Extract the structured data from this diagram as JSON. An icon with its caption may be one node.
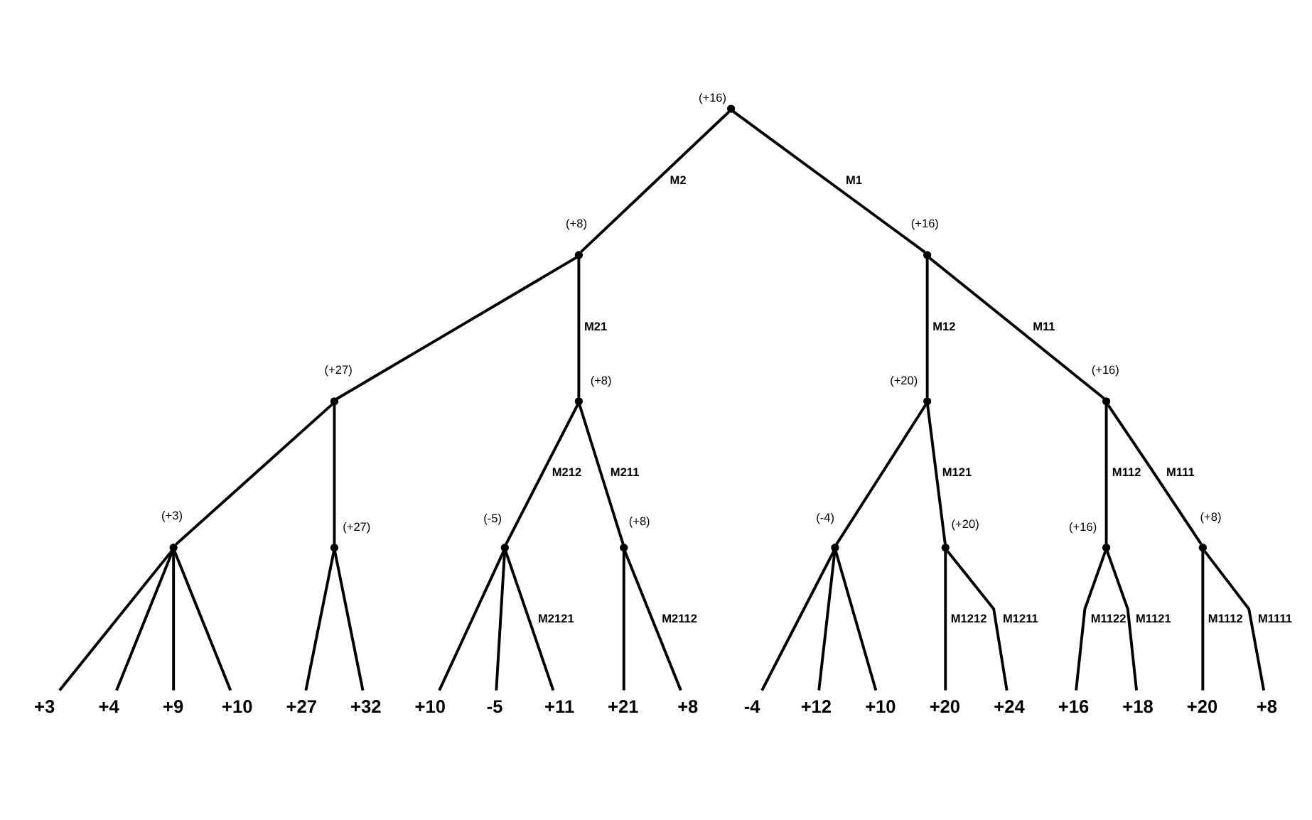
{
  "diagram": {
    "nodes": [
      {
        "text": [],
        "shape": "point",
        "beside": [
          "(+16)"
        ]
      },
      {
        "text": [],
        "shape": "point",
        "beside": [
          "(+8)"
        ]
      },
      {
        "text": [],
        "shape": "point",
        "beside": [
          "(+16)"
        ]
      },
      {
        "text": [],
        "shape": "point",
        "beside": [
          "(+27)"
        ]
      },
      {
        "text": [],
        "shape": "point",
        "beside": [
          "(+8)"
        ]
      },
      {
        "text": [],
        "shape": "point",
        "beside": [
          "(+20)"
        ]
      },
      {
        "text": [],
        "shape": "point",
        "beside": [
          "(+16)"
        ]
      },
      {
        "text": [],
        "shape": "point",
        "beside": [
          "(+3)"
        ]
      },
      {
        "text": [],
        "shape": "point",
        "beside": [
          "(+27)"
        ]
      },
      {
        "text": [],
        "shape": "point",
        "beside": [
          "(-5)"
        ]
      },
      {
        "text": [],
        "shape": "point",
        "beside": [
          "(+8)"
        ]
      },
      {
        "text": [],
        "shape": "point",
        "beside": [
          "(-4)"
        ]
      },
      {
        "text": [],
        "shape": "point",
        "beside": [
          "(+20)"
        ]
      },
      {
        "text": [],
        "shape": "point",
        "beside": [
          "(+16)"
        ]
      },
      {
        "text": [],
        "shape": "point",
        "beside": [
          "(+8)"
        ]
      },
      {
        "text": [
          "+3"
        ]
      },
      {
        "text": [
          "+4"
        ]
      },
      {
        "text": [
          "+9"
        ]
      },
      {
        "text": [
          "+10"
        ]
      },
      {
        "text": [
          "+27"
        ]
      },
      {
        "text": [
          "+32"
        ]
      },
      {
        "text": [
          "+10"
        ]
      },
      {
        "text": [
          "-5"
        ]
      },
      {
        "text": [
          "+11"
        ]
      },
      {
        "text": [
          "+21"
        ]
      },
      {
        "text": [
          "+8"
        ]
      },
      {
        "text": [
          "-4"
        ]
      },
      {
        "text": [
          "+12"
        ]
      },
      {
        "text": [
          "+10"
        ]
      },
      {
        "text": [
          "+20"
        ]
      },
      {
        "text": [
          "+24"
        ]
      },
      {
        "text": [
          "+16"
        ]
      },
      {
        "text": [
          "+18"
        ]
      },
      {
        "text": [
          "+20"
        ]
      },
      {
        "text": [
          "+8"
        ]
      }
    ],
    "edges": [
      {
        "from": 0,
        "to": 1,
        "arrow": "none",
        "label": "M2"
      },
      {
        "from": 0,
        "to": 2,
        "arrow": "none",
        "label": "M1"
      },
      {
        "from": 1,
        "to": 3,
        "arrow": "none"
      },
      {
        "from": 1,
        "to": 4,
        "arrow": "none",
        "label": "M21"
      },
      {
        "from": 2,
        "to": 5,
        "arrow": "none",
        "label": "M12"
      },
      {
        "from": 2,
        "to": 6,
        "arrow": "none",
        "label": "M11"
      },
      {
        "from": 3,
        "to": 7,
        "arrow": "none"
      },
      {
        "from": 3,
        "to": 8,
        "arrow": "none"
      },
      {
        "from": 4,
        "to": 9,
        "arrow": "none",
        "label": "M212"
      },
      {
        "from": 4,
        "to": 10,
        "arrow": "none",
        "label": "M211"
      },
      {
        "from": 5,
        "to": 11,
        "arrow": "none"
      },
      {
        "from": 5,
        "to": 12,
        "arrow": "none",
        "label": "M121"
      },
      {
        "from": 6,
        "to": 13,
        "arrow": "none",
        "label": "M112"
      },
      {
        "from": 6,
        "to": 14,
        "arrow": "none",
        "label": "M111"
      },
      {
        "from": 7,
        "to": 15,
        "arrow": "none"
      },
      {
        "from": 7,
        "to": 16,
        "arrow": "none"
      },
      {
        "from": 7,
        "to": 17,
        "arrow": "none"
      },
      {
        "from": 7,
        "to": 18,
        "arrow": "none"
      },
      {
        "from": 8,
        "to": 19,
        "arrow": "none"
      },
      {
        "from": 8,
        "to": 20,
        "arrow": "none"
      },
      {
        "from": 9,
        "to": 21,
        "arrow": "none"
      },
      {
        "from": 9,
        "to": 22,
        "arrow": "none"
      },
      {
        "from": 9,
        "to": 23,
        "arrow": "none",
        "label": "M2121"
      },
      {
        "from": 10,
        "to": 24,
        "arrow": "none"
      },
      {
        "from": 10,
        "to": 25,
        "arrow": "none",
        "label": "M2112"
      },
      {
        "from": 11,
        "to": 26,
        "arrow": "none"
      },
      {
        "from": 11,
        "to": 27,
        "arrow": "none"
      },
      {
        "from": 11,
        "to": 28,
        "arrow": "none"
      },
      {
        "from": 12,
        "to": 29,
        "arrow": "none",
        "label": "M1212"
      },
      {
        "from": 12,
        "to": 30,
        "arrow": "none",
        "label": "M1211"
      },
      {
        "from": 13,
        "to": 31,
        "arrow": "none",
        "label": "M1122"
      },
      {
        "from": 13,
        "to": 32,
        "arrow": "none",
        "label": "M1121"
      },
      {
        "from": 14,
        "to": 33,
        "arrow": "none",
        "label": "M1112"
      },
      {
        "from": 14,
        "to": 34,
        "arrow": "none",
        "label": "M1111"
      }
    ]
  }
}
